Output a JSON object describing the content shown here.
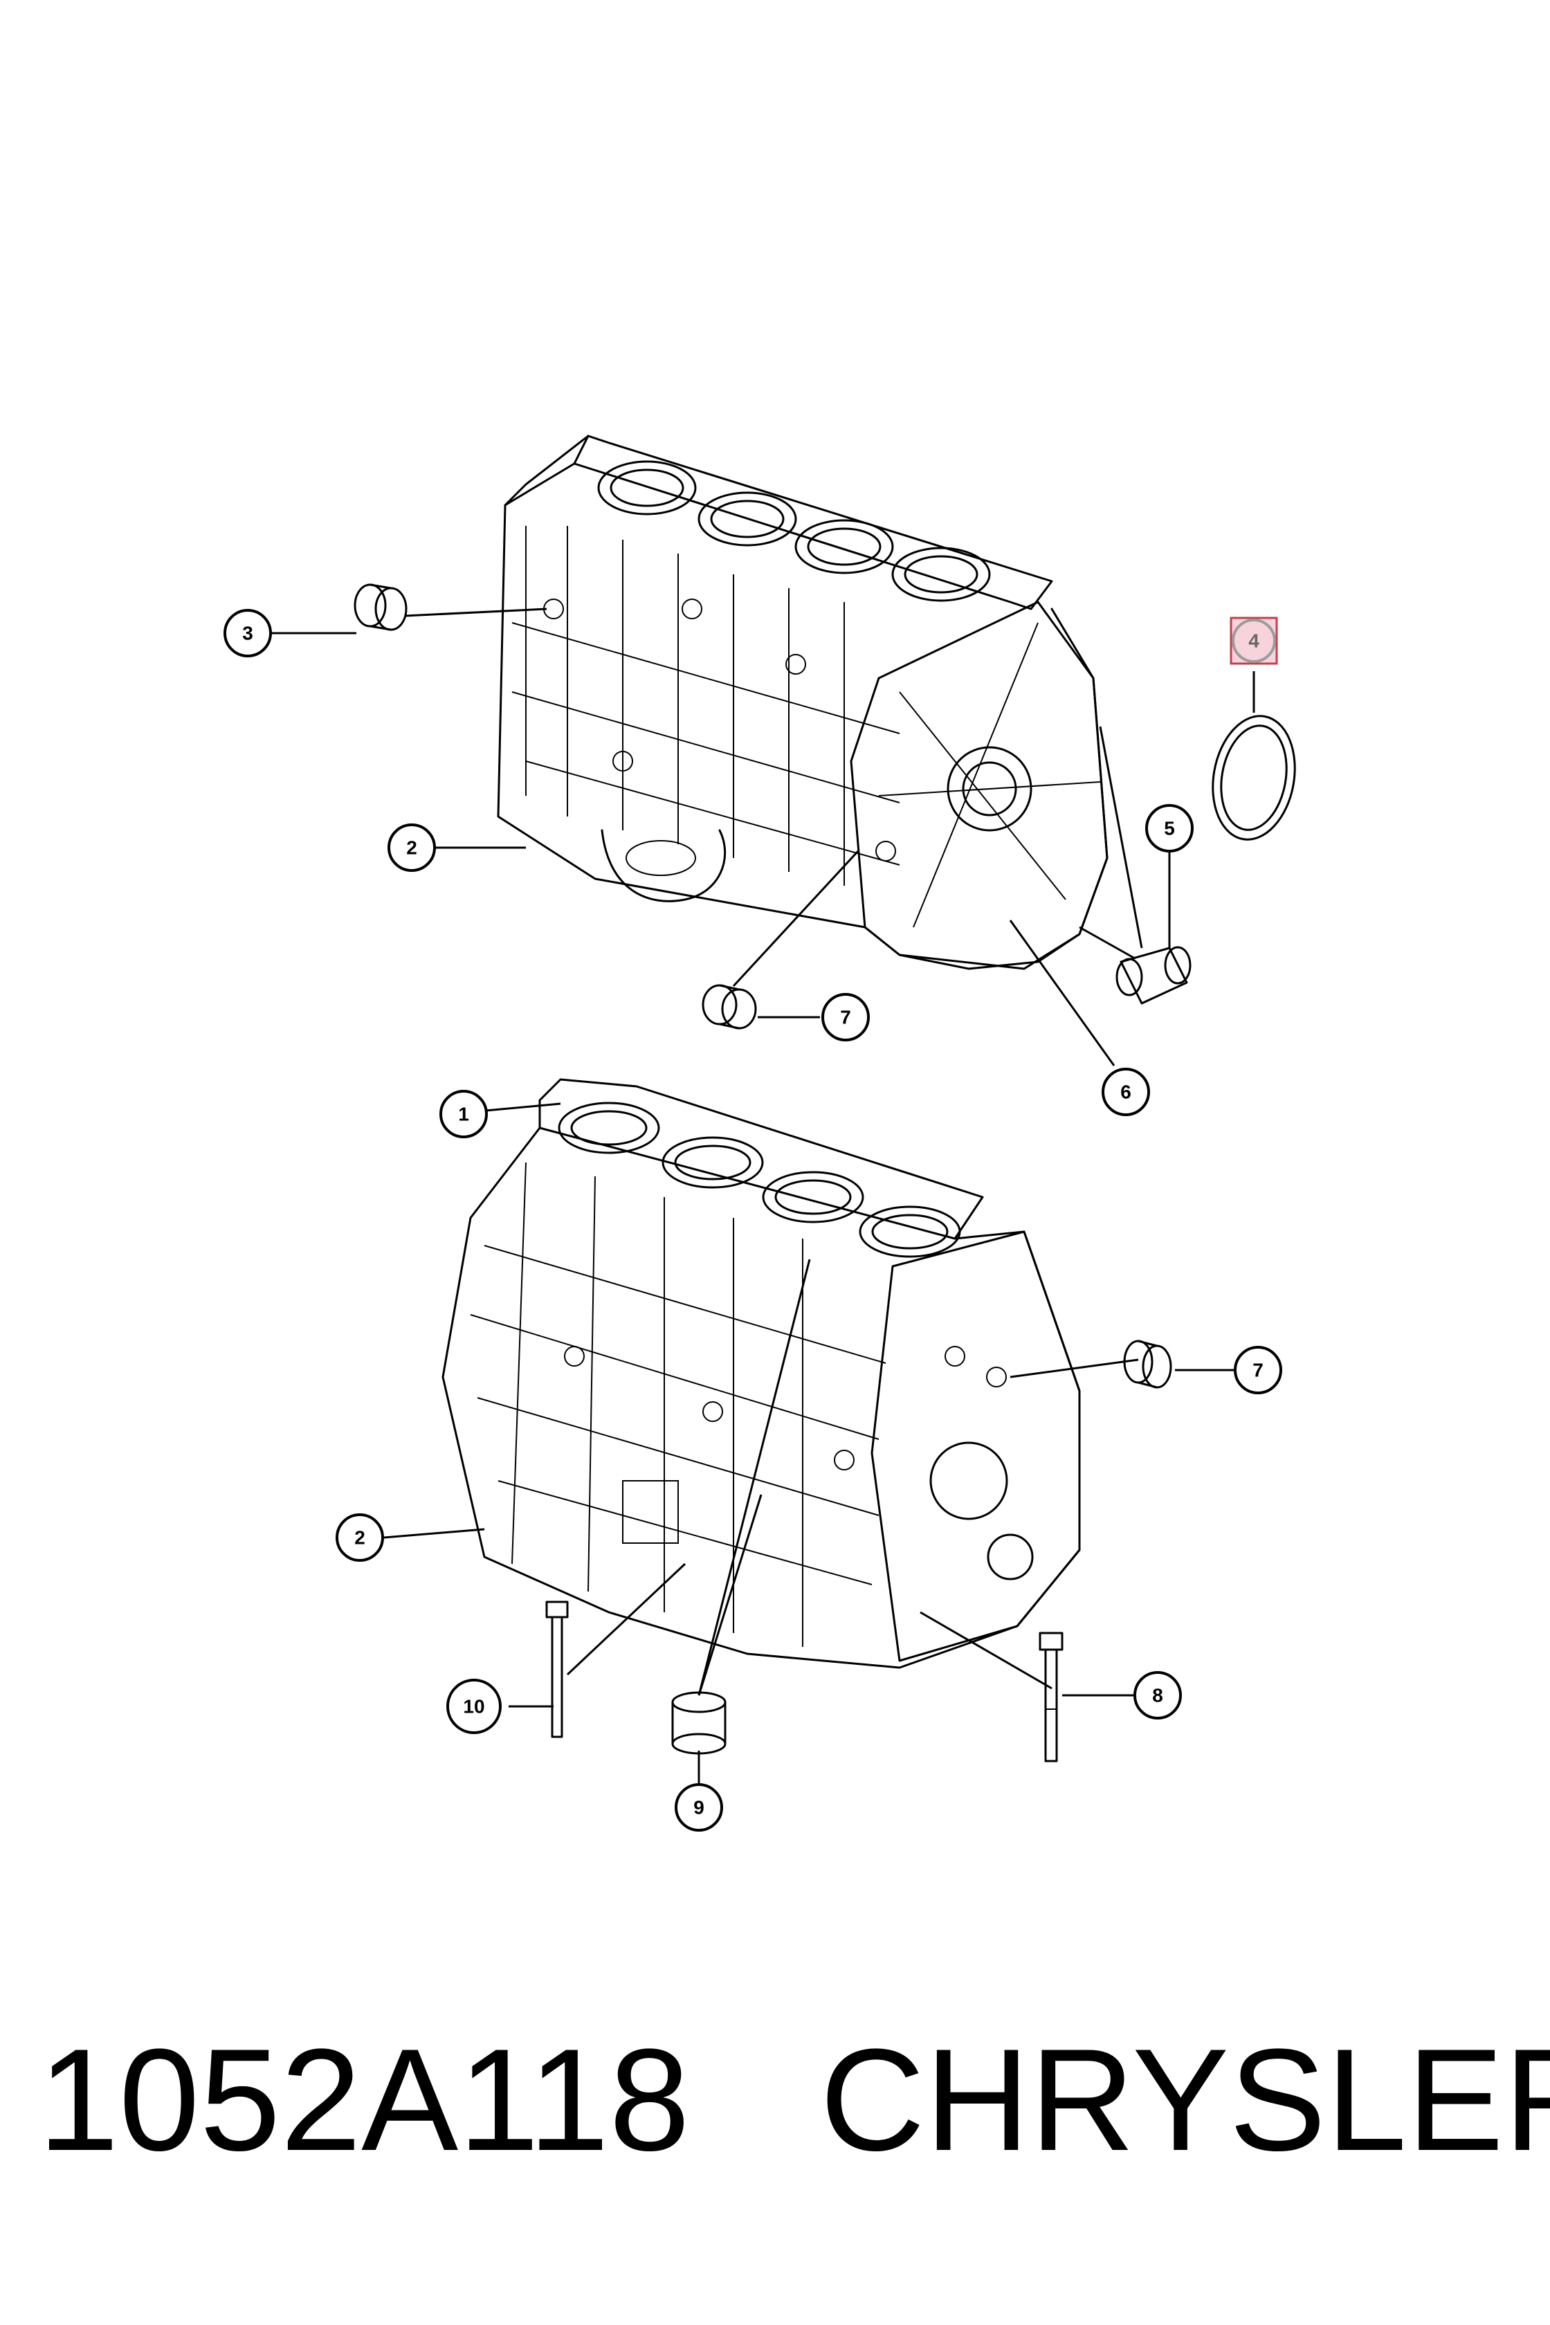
{
  "callouts": [
    {
      "id": "c3-top",
      "label": "3"
    },
    {
      "id": "c4-top",
      "label": "4",
      "highlighted": true
    },
    {
      "id": "c5-top",
      "label": "5"
    },
    {
      "id": "c2-top",
      "label": "2"
    },
    {
      "id": "c7-top",
      "label": "7"
    },
    {
      "id": "c6-top",
      "label": "6"
    },
    {
      "id": "c1-bottom",
      "label": "1"
    },
    {
      "id": "c7-bottom",
      "label": "7"
    },
    {
      "id": "c2-bottom",
      "label": "2"
    },
    {
      "id": "c10-bottom",
      "label": "10"
    },
    {
      "id": "c8-bottom",
      "label": "8"
    },
    {
      "id": "c9-bottom",
      "label": "9"
    }
  ],
  "footer": {
    "part_number": "1052A118",
    "brand": "CHRYSLER"
  },
  "colors": {
    "ink": "#000000",
    "highlight_fill": "#f8d3dc",
    "highlight_border": "#c0404a"
  }
}
